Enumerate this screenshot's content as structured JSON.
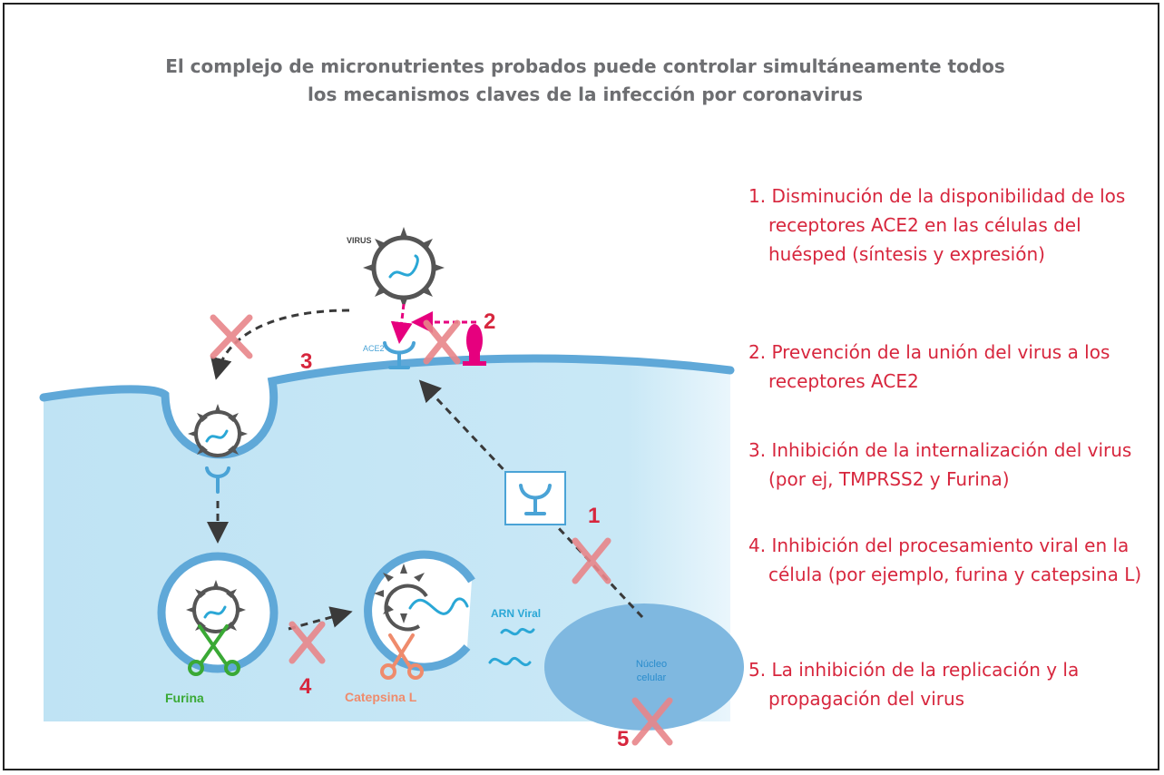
{
  "title": {
    "line1": "El complejo de micronutrientes probados puede controlar simultáneamente todos",
    "line2": "los mecanismos claves de la infección por coronavirus"
  },
  "diagram": {
    "virus_label": "VIRUS",
    "ace2_label": "ACE2",
    "arn_viral_label": "ARN Viral",
    "nucleus_label_line1": "Núcleo",
    "nucleus_label_line2": "celular",
    "furina_label": "Furina",
    "catepsina_label": "Catepsina L",
    "step_markers": [
      "1",
      "2",
      "3",
      "4",
      "5"
    ]
  },
  "legend": {
    "items": [
      "1. Disminución de  la disponibilidad de los receptores ACE2 en las células del huésped (síntesis y expresión)",
      "2. Prevención de  la unión del virus a los receptores ACE2",
      "3. Inhibición de  la internalización del virus (por ej, TMPRSS2 y Furina)",
      "4. Inhibición del procesamiento viral en la célula (por ejemplo, furina y catepsina L)",
      "5. La inhibición de la replicación y la propagación del virus"
    ]
  },
  "colors": {
    "accent_red": "#d7263d",
    "cross_pink": "#e8868a",
    "cell_fill": "#c6e6f5",
    "membrane": "#5fa8d8",
    "nucleus": "#7fb8e0",
    "magenta": "#e6007e",
    "green": "#3aa935",
    "salmon": "#ef8b6c",
    "title_gray": "#6d6e71"
  }
}
